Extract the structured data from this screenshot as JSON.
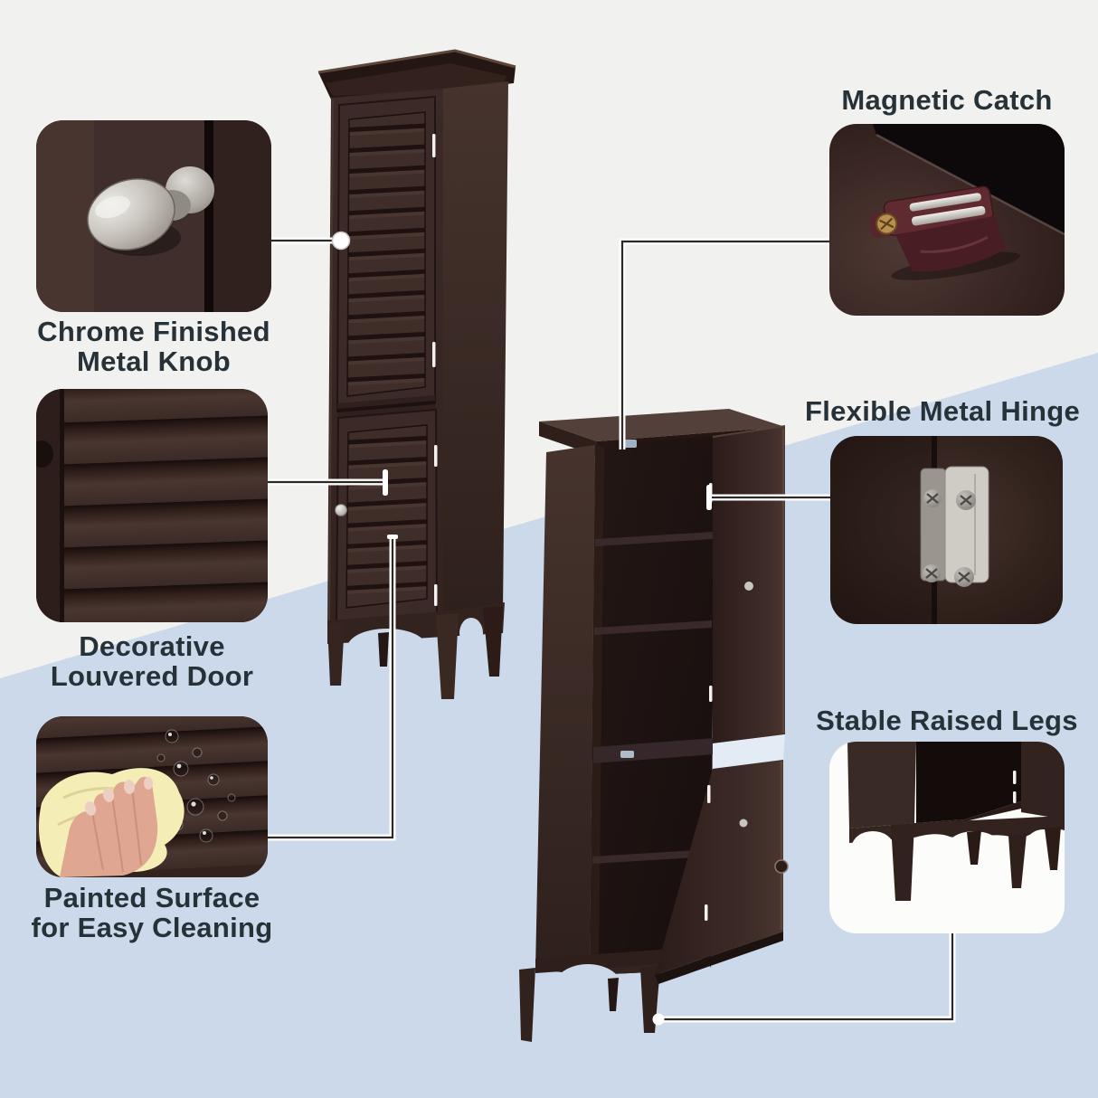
{
  "features": [
    {
      "id": "chrome-knob",
      "label_line1": "Chrome Finished",
      "label_line2": "Metal Knob"
    },
    {
      "id": "louvered-door",
      "label_line1": "Decorative",
      "label_line2": "Louvered Door"
    },
    {
      "id": "painted-surface",
      "label_line1": "Painted Surface",
      "label_line2": "for Easy Cleaning"
    },
    {
      "id": "magnetic-catch",
      "label_line1": "Magnetic Catch",
      "label_line2": ""
    },
    {
      "id": "metal-hinge",
      "label_line1": "Flexible Metal Hinge",
      "label_line2": ""
    },
    {
      "id": "raised-legs",
      "label_line1": "Stable Raised Legs",
      "label_line2": ""
    }
  ],
  "colors": {
    "background_top": "#f1f1ef",
    "background_bottom": "#ccd9ea",
    "label_text": "#263238",
    "cabinet_espresso": "#372624",
    "callout_line": "#2d2926",
    "knob_silver": "#c9c5bf",
    "catch_maroon": "#5a272c",
    "hinge_silver": "#cfccc6",
    "cloth_yellow": "#f4eeb6"
  }
}
